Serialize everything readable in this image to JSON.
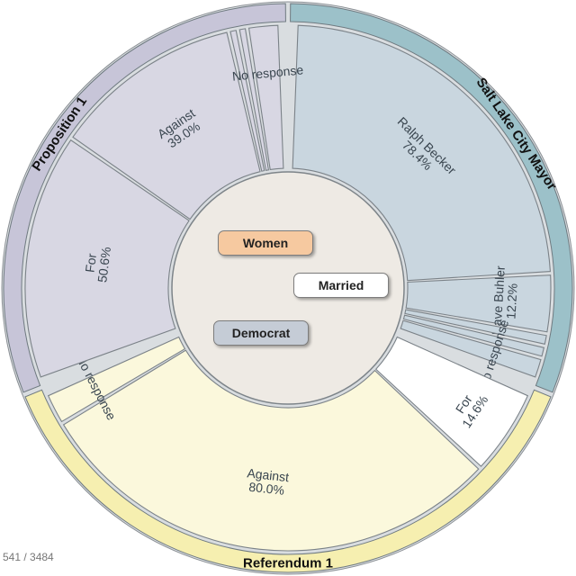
{
  "chart_data": {
    "type": "sunburst",
    "groups": [
      {
        "name": "Salt Lake City Mayor",
        "band_color": "#9cc1c9",
        "fill_color": "#c9d6df",
        "items": [
          {
            "label": "Ralph Becker",
            "pct": "78.4%",
            "value": 78.4
          },
          {
            "label": "Dave Buhler",
            "pct": "12.2%",
            "value": 12.2
          },
          {
            "label": "",
            "pct": "",
            "value": 2.5
          },
          {
            "label": "",
            "pct": "",
            "value": 2.5
          },
          {
            "label": "No response",
            "pct": "",
            "value": 4.4
          }
        ]
      },
      {
        "name": "Referendum 1",
        "band_color": "#f6efb0",
        "fill_color": "#fbf8dc",
        "items": [
          {
            "label": "For",
            "pct": "14.6%",
            "value": 14.6
          },
          {
            "label": "Against",
            "pct": "80.0%",
            "value": 80.0
          },
          {
            "label": "No response",
            "pct": "",
            "value": 5.4
          }
        ]
      },
      {
        "name": "Proposition 1",
        "band_color": "#c7c5d8",
        "fill_color": "#d8d7e3",
        "items": [
          {
            "label": "For",
            "pct": "50.6%",
            "value": 50.6
          },
          {
            "label": "Against",
            "pct": "39.0%",
            "value": 39.0
          },
          {
            "label": "",
            "pct": "",
            "value": 1.9
          },
          {
            "label": "",
            "pct": "",
            "value": 1.9
          },
          {
            "label": "No response",
            "pct": "",
            "value": 6.6
          }
        ]
      }
    ],
    "highlight_fill": "#ffffff"
  },
  "filters": {
    "women": "Women",
    "married": "Married",
    "democrat": "Democrat"
  },
  "counter": "541 / 3484"
}
